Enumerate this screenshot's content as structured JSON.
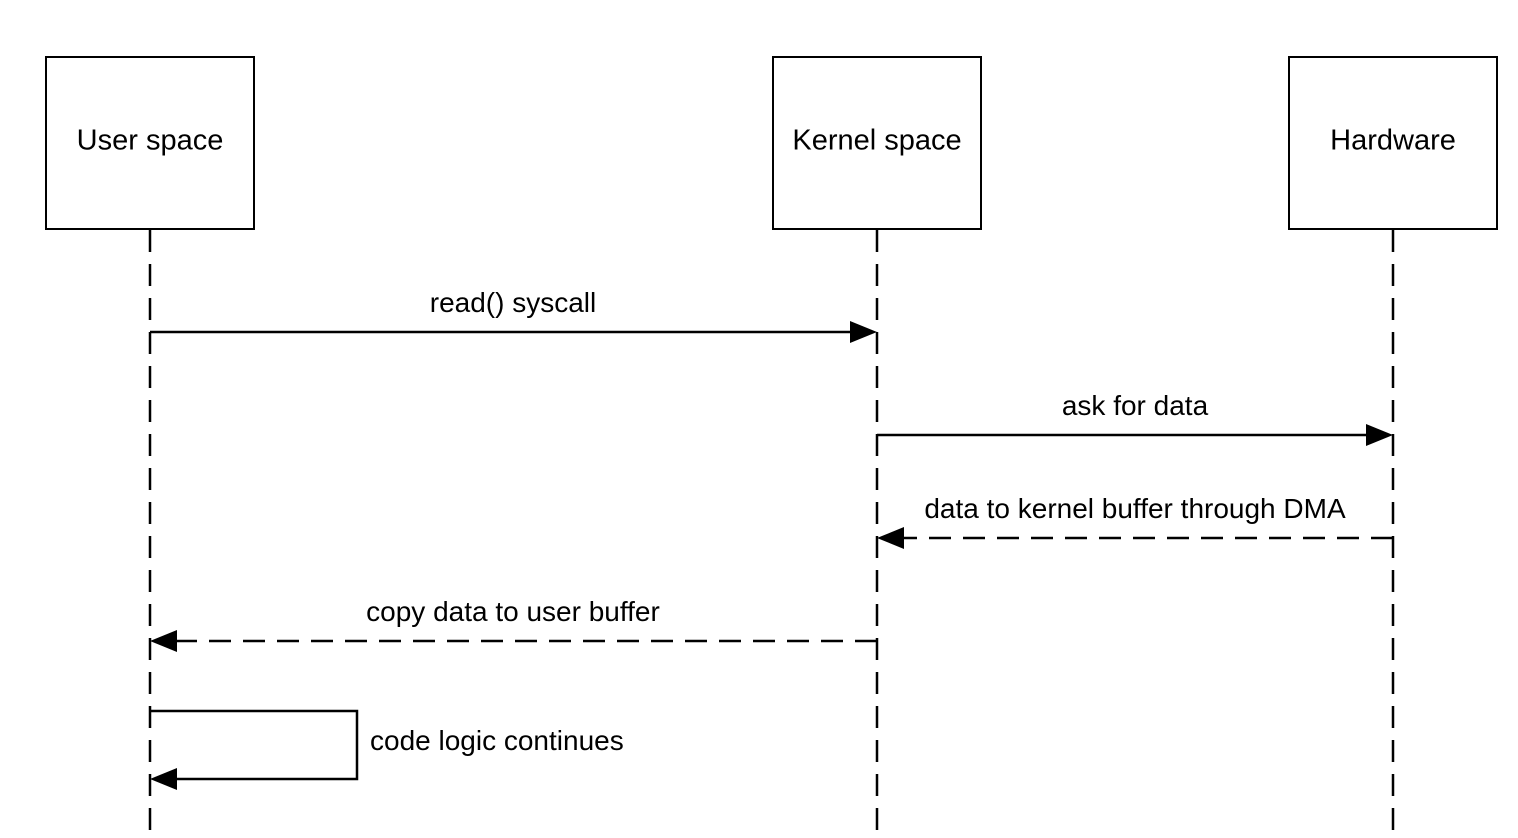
{
  "participants": [
    {
      "id": "user",
      "label": "User space"
    },
    {
      "id": "kernel",
      "label": "Kernel space"
    },
    {
      "id": "hardware",
      "label": "Hardware"
    }
  ],
  "messages": [
    {
      "from": "user",
      "to": "kernel",
      "label": "read() syscall",
      "style": "solid"
    },
    {
      "from": "kernel",
      "to": "hardware",
      "label": "ask for data",
      "style": "solid"
    },
    {
      "from": "hardware",
      "to": "kernel",
      "label": "data to kernel buffer through DMA",
      "style": "dashed"
    },
    {
      "from": "kernel",
      "to": "user",
      "label": "copy data to user buffer",
      "style": "dashed"
    },
    {
      "from": "user",
      "to": "user",
      "label": "code logic continues",
      "style": "self"
    }
  ]
}
